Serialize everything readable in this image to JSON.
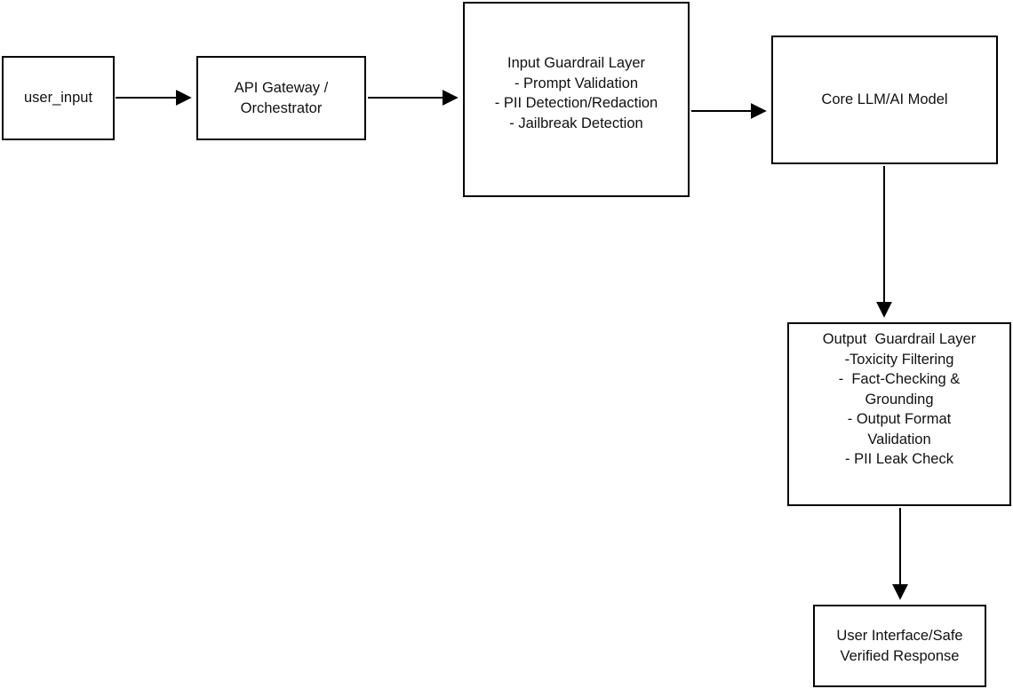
{
  "diagram": {
    "type": "flowchart",
    "colors": {
      "background": "#ffffff",
      "node_fill": "#ffffff",
      "node_border": "#000000",
      "arrow": "#000000",
      "text": "#111111"
    },
    "nodes": {
      "user_input": {
        "lines": [
          "user_input"
        ]
      },
      "api_gateway": {
        "lines": [
          "API Gateway /",
          "Orchestrator"
        ]
      },
      "input_guardrail": {
        "lines": [
          "Input Guardrail Layer",
          "- Prompt Validation",
          "- PII Detection/Redaction",
          "- Jailbreak Detection"
        ]
      },
      "core_llm": {
        "lines": [
          "Core LLM/AI Model"
        ]
      },
      "output_guardrail": {
        "lines": [
          "Output  Guardrail Layer",
          "-Toxicity Filtering",
          "-  Fact-Checking &",
          "Grounding",
          "- Output Format",
          "Validation",
          "- PII Leak Check"
        ]
      },
      "user_interface": {
        "lines": [
          "User Interface/Safe",
          "Verified Response"
        ]
      }
    },
    "edges": [
      {
        "from": "user_input",
        "to": "api_gateway"
      },
      {
        "from": "api_gateway",
        "to": "input_guardrail"
      },
      {
        "from": "input_guardrail",
        "to": "core_llm"
      },
      {
        "from": "core_llm",
        "to": "output_guardrail"
      },
      {
        "from": "output_guardrail",
        "to": "user_interface"
      }
    ]
  }
}
